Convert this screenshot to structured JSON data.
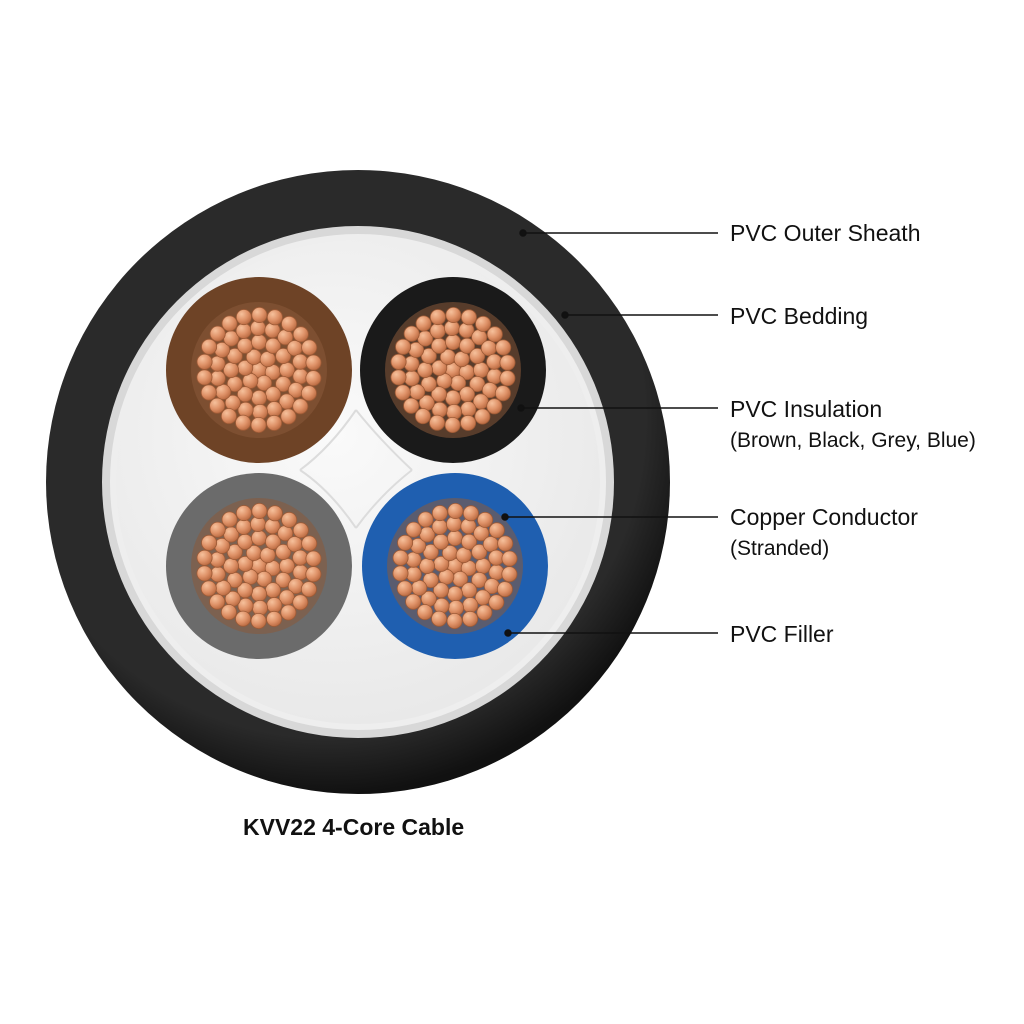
{
  "title": "KVV22 4-Core Cable",
  "labels": [
    {
      "text": "PVC Outer Sheath",
      "subtext": ""
    },
    {
      "text": "PVC Bedding",
      "subtext": ""
    },
    {
      "text": "PVC Insulation",
      "subtext": "(Brown, Black, Grey, Blue)"
    },
    {
      "text": "Copper Conductor",
      "subtext": "(Stranded)"
    },
    {
      "text": "PVC Filler",
      "subtext": ""
    }
  ],
  "colors": {
    "outer_sheath": "#1c1c1c",
    "bedding": "#d6d6d6",
    "filler": "#f4f4f4",
    "insulation_brown": "#6e4326",
    "insulation_black": "#1a1a1a",
    "insulation_grey": "#6b6b6b",
    "insulation_blue": "#1f5fb0",
    "copper": "#d98a5c"
  }
}
